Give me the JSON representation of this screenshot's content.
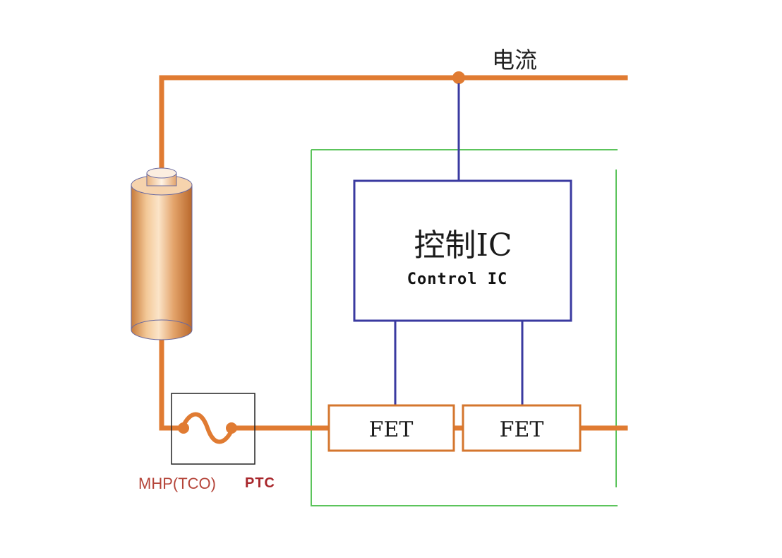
{
  "diagram": {
    "current_label": "电流",
    "control_ic": {
      "title_cn": "控制IC",
      "title_en": "Control IC"
    },
    "fets": [
      {
        "label": "FET"
      },
      {
        "label": "FET"
      }
    ],
    "protection": {
      "mhp_label": "MHP(TCO)",
      "ptc_label": "PTC"
    },
    "colors": {
      "power_wire": "#e07b32",
      "signal_wire": "#3a3aa0",
      "module_outline": "#5cc45c",
      "ic_box_outline": "#3a3aa0",
      "fet_box_outline": "#d4762e",
      "battery_body": "#e8a868",
      "label_mhp": "#b5453a",
      "label_ptc": "#a8262b"
    },
    "icons": {
      "battery": "cylindrical-battery-icon",
      "fuse": "thermal-fuse-icon"
    }
  }
}
